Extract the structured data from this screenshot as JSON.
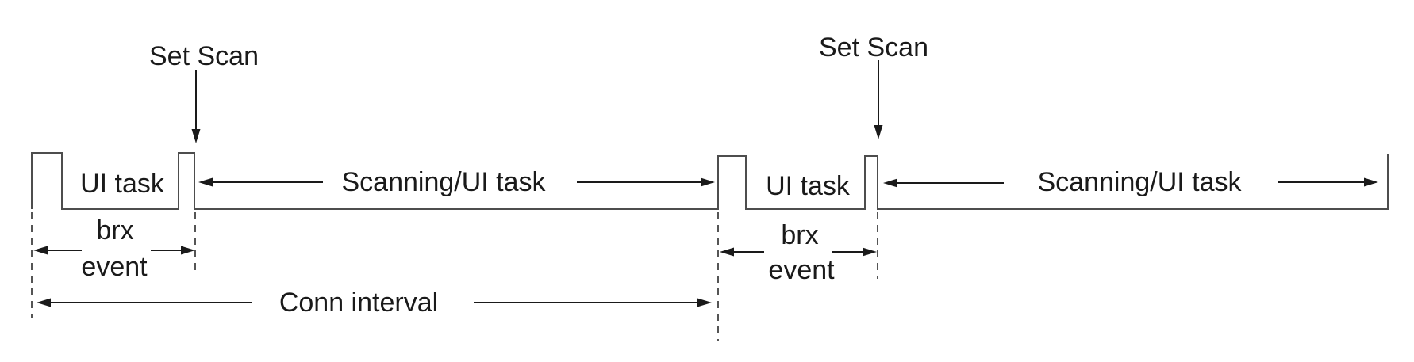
{
  "diagram": {
    "type": "timing-diagram",
    "description_labels": {
      "set_scan_1": "Set Scan",
      "set_scan_2": "Set Scan",
      "ui_task_1": "UI task",
      "ui_task_2": "UI task",
      "scanning_ui_task_1": "Scanning/UI task",
      "scanning_ui_task_2": "Scanning/UI task",
      "brx_1": "brx",
      "event_1": "event",
      "brx_2": "brx",
      "event_2": "event",
      "conn_interval": "Conn interval"
    },
    "colors": {
      "ink": "#1a1a1a",
      "waveform": "#4d4d4d",
      "background": "#ffffff"
    }
  }
}
